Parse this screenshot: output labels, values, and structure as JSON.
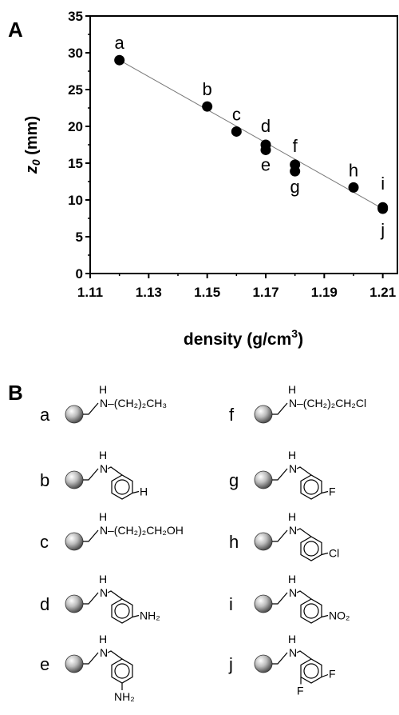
{
  "panel_a": {
    "label": "A"
  },
  "panel_b": {
    "label": "B"
  },
  "chart_data": {
    "type": "scatter",
    "title": "",
    "xlabel_main": "density (g/cm",
    "xlabel_sup": "3",
    "xlabel_tail": ")",
    "ylabel_var": "z",
    "ylabel_sub": "0",
    "ylabel_unit": " (mm)",
    "xlim": [
      1.11,
      1.215
    ],
    "ylim": [
      0,
      35
    ],
    "xticks": [
      1.11,
      1.13,
      1.15,
      1.17,
      1.19,
      1.21
    ],
    "xtick_labels": [
      "1.11",
      "1.13",
      "1.15",
      "1.17",
      "1.19",
      "1.21"
    ],
    "yticks": [
      0,
      5,
      10,
      15,
      20,
      25,
      30,
      35
    ],
    "ytick_labels": [
      "0",
      "5",
      "10",
      "15",
      "20",
      "25",
      "30",
      "35"
    ],
    "grid": false,
    "points": [
      {
        "label": "a",
        "x": 1.12,
        "y": 29.0
      },
      {
        "label": "b",
        "x": 1.15,
        "y": 22.7
      },
      {
        "label": "c",
        "x": 1.16,
        "y": 19.3
      },
      {
        "label": "d",
        "x": 1.17,
        "y": 17.5
      },
      {
        "label": "e",
        "x": 1.17,
        "y": 16.8
      },
      {
        "label": "f",
        "x": 1.18,
        "y": 14.8
      },
      {
        "label": "g",
        "x": 1.18,
        "y": 13.9
      },
      {
        "label": "h",
        "x": 1.2,
        "y": 11.7
      },
      {
        "label": "i",
        "x": 1.21,
        "y": 9.0
      },
      {
        "label": "j",
        "x": 1.21,
        "y": 8.8
      }
    ],
    "fit_line": {
      "x": [
        1.12,
        1.21
      ],
      "y": [
        29.0,
        8.8
      ]
    }
  },
  "structures": {
    "left": [
      {
        "letter": "a",
        "h": "H",
        "n": "N",
        "chain": "–(CH₂)₂CH₃"
      },
      {
        "letter": "b",
        "h": "H",
        "n": "N",
        "ring_sub": "H"
      },
      {
        "letter": "c",
        "h": "H",
        "n": "N",
        "chain": "–(CH₂)₂CH₂OH"
      },
      {
        "letter": "d",
        "h": "H",
        "n": "N",
        "ring_sub": "NH₂"
      },
      {
        "letter": "e",
        "h": "H",
        "n": "N",
        "ring_sub": "NH₂"
      }
    ],
    "right": [
      {
        "letter": "f",
        "h": "H",
        "n": "N",
        "chain": "–(CH₂)₂CH₂Cl"
      },
      {
        "letter": "g",
        "h": "H",
        "n": "N",
        "ring_sub": "F"
      },
      {
        "letter": "h",
        "h": "H",
        "n": "N",
        "ring_sub": "Cl"
      },
      {
        "letter": "i",
        "h": "H",
        "n": "N",
        "ring_sub": "NO₂"
      },
      {
        "letter": "j",
        "h": "H",
        "n": "N",
        "ring_sub": "F",
        "ring_sub2": "F"
      }
    ]
  }
}
